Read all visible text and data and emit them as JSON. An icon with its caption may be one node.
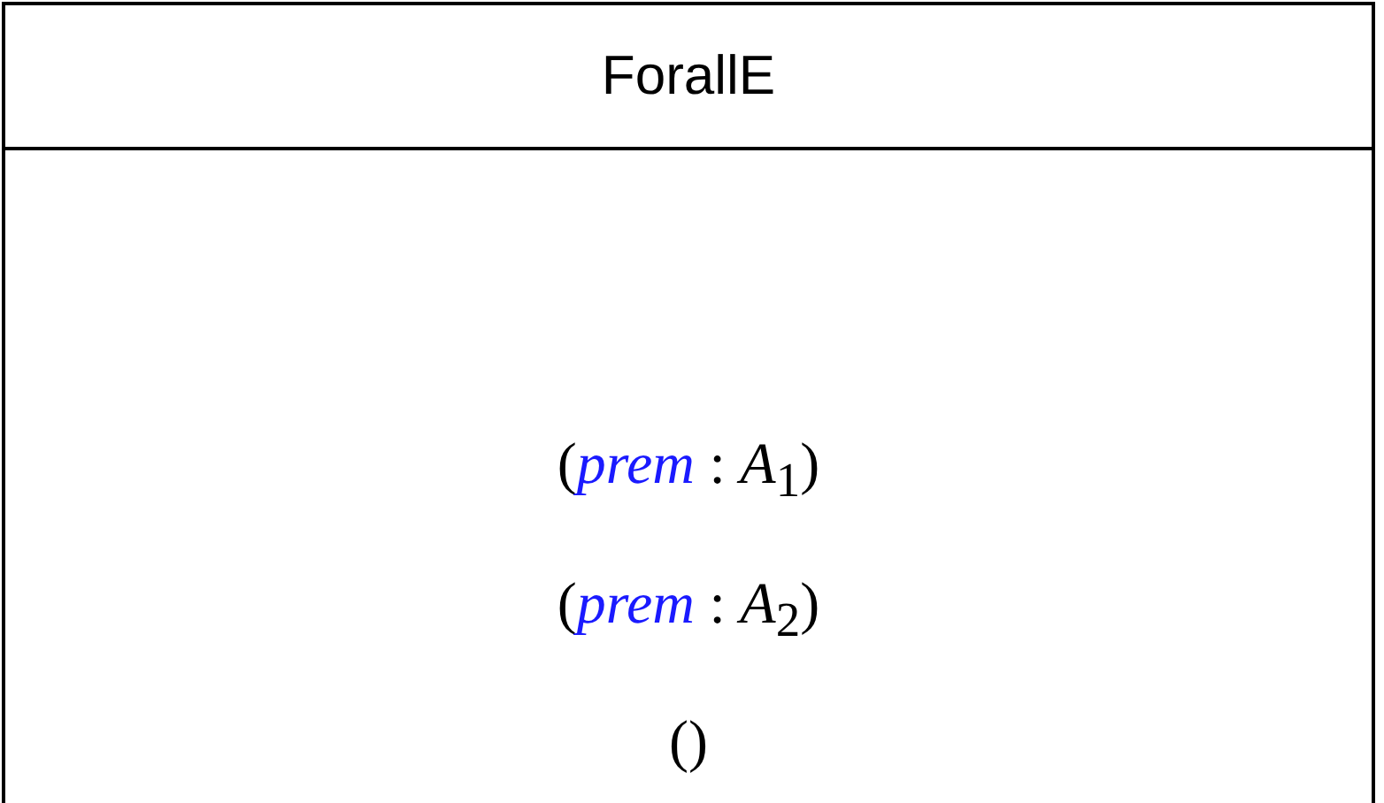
{
  "diagram": {
    "nodes": [
      {
        "text": [
          "ForallE",
          "(*prem* : *A*$_{1}$)",
          "(*prem* : *A*$_{2}$)",
          "()"
        ]
      }
    ]
  }
}
